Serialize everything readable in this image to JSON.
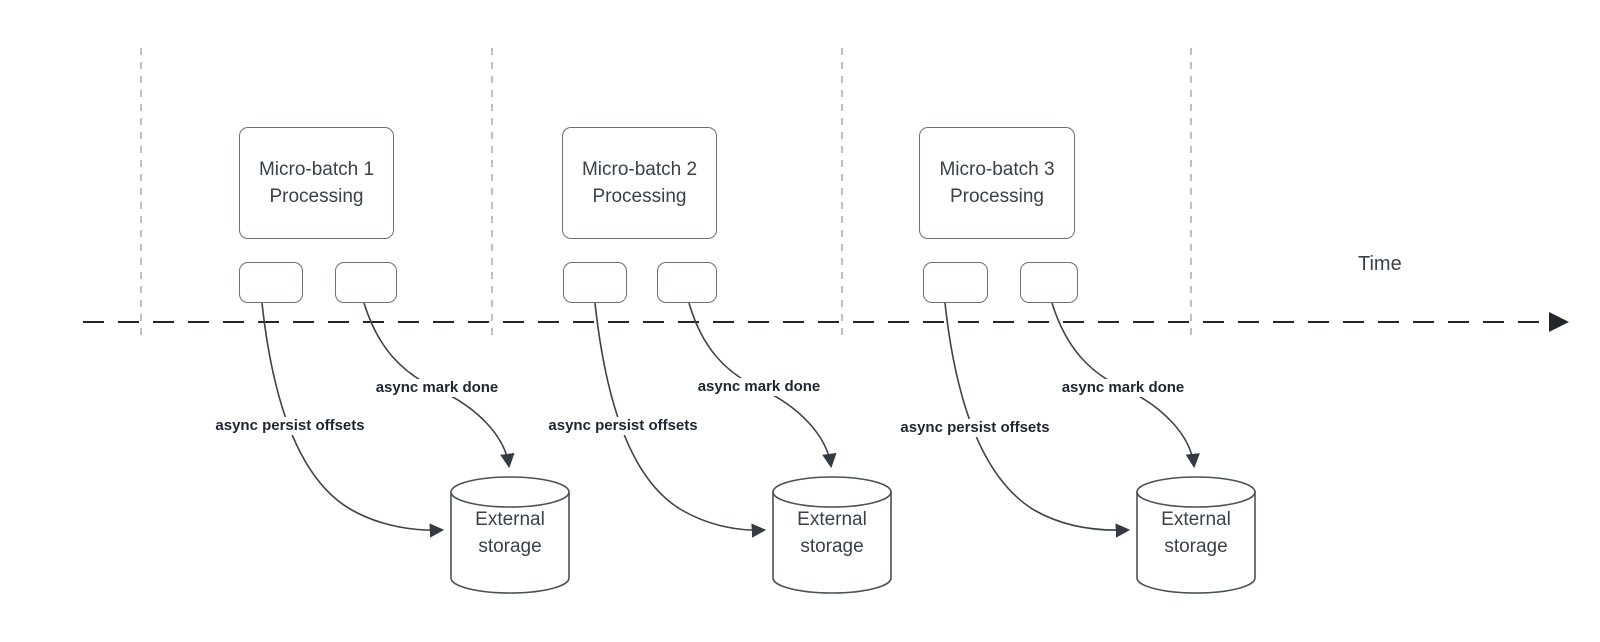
{
  "diagram": {
    "time_axis": {
      "label": "Time"
    },
    "batches": [
      {
        "box_line1": "Micro-batch 1",
        "box_line2": "Processing",
        "persist_arrow_label": "async persist offsets",
        "done_arrow_label": "async mark done",
        "storage_line1": "External",
        "storage_line2": "storage"
      },
      {
        "box_line1": "Micro-batch 2",
        "box_line2": "Processing",
        "persist_arrow_label": "async persist offsets",
        "done_arrow_label": "async mark done",
        "storage_line1": "External",
        "storage_line2": "storage"
      },
      {
        "box_line1": "Micro-batch 3",
        "box_line2": "Processing",
        "persist_arrow_label": "async persist offsets",
        "done_arrow_label": "async mark done",
        "storage_line1": "External",
        "storage_line2": "storage"
      }
    ],
    "colors": {
      "shape_stroke": "#4a515b",
      "box_stroke": "#696f79",
      "text": "#39414d",
      "arrow_label_text": "#1e2632",
      "axis_line": "#23272d",
      "gridline": "#b2b5b9"
    }
  }
}
